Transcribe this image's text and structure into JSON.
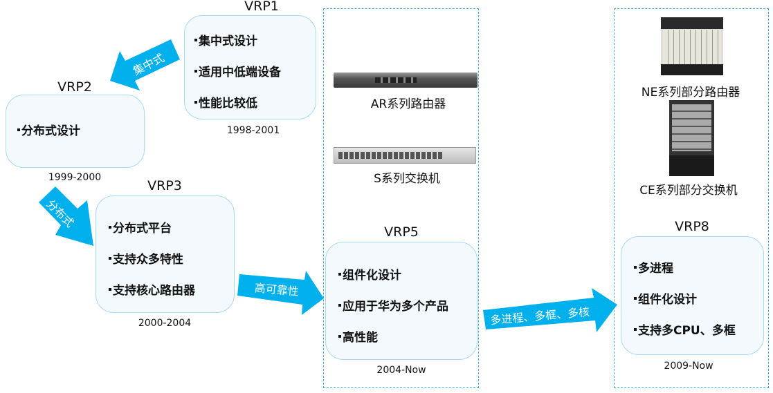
{
  "colors": {
    "arrow": "#00b0ec",
    "box_fill": "#f3f9fd",
    "box_border": "#a9d8f2",
    "dashed_border": "#3aa7dd"
  },
  "versions": [
    {
      "title": "VRP1",
      "date": "1998-2001",
      "features": [
        "集中式设计",
        "适用中低端设备",
        "性能比较低"
      ]
    },
    {
      "title": "VRP2",
      "date": "1999-2000",
      "features": [
        "分布式设计"
      ]
    },
    {
      "title": "VRP3",
      "date": "2000-2004",
      "features": [
        "分布式平台",
        "支持众多特性",
        "支持核心路由器"
      ]
    },
    {
      "title": "VRP5",
      "date": "2004-Now",
      "features": [
        "组件化设计",
        "应用于华为多个产品",
        "高性能"
      ]
    },
    {
      "title": "VRP8",
      "date": "2009-Now",
      "features": [
        "多进程",
        "组件化设计",
        "支持多CPU、多框"
      ]
    }
  ],
  "arrows": [
    "集中式",
    "分布式",
    "高可靠性",
    "多进程、多框、多核"
  ],
  "devices": {
    "vrp5": [
      "AR系列路由器",
      "S系列交换机"
    ],
    "vrp8": [
      "NE系列部分路由器",
      "CE系列部分交换机"
    ]
  }
}
